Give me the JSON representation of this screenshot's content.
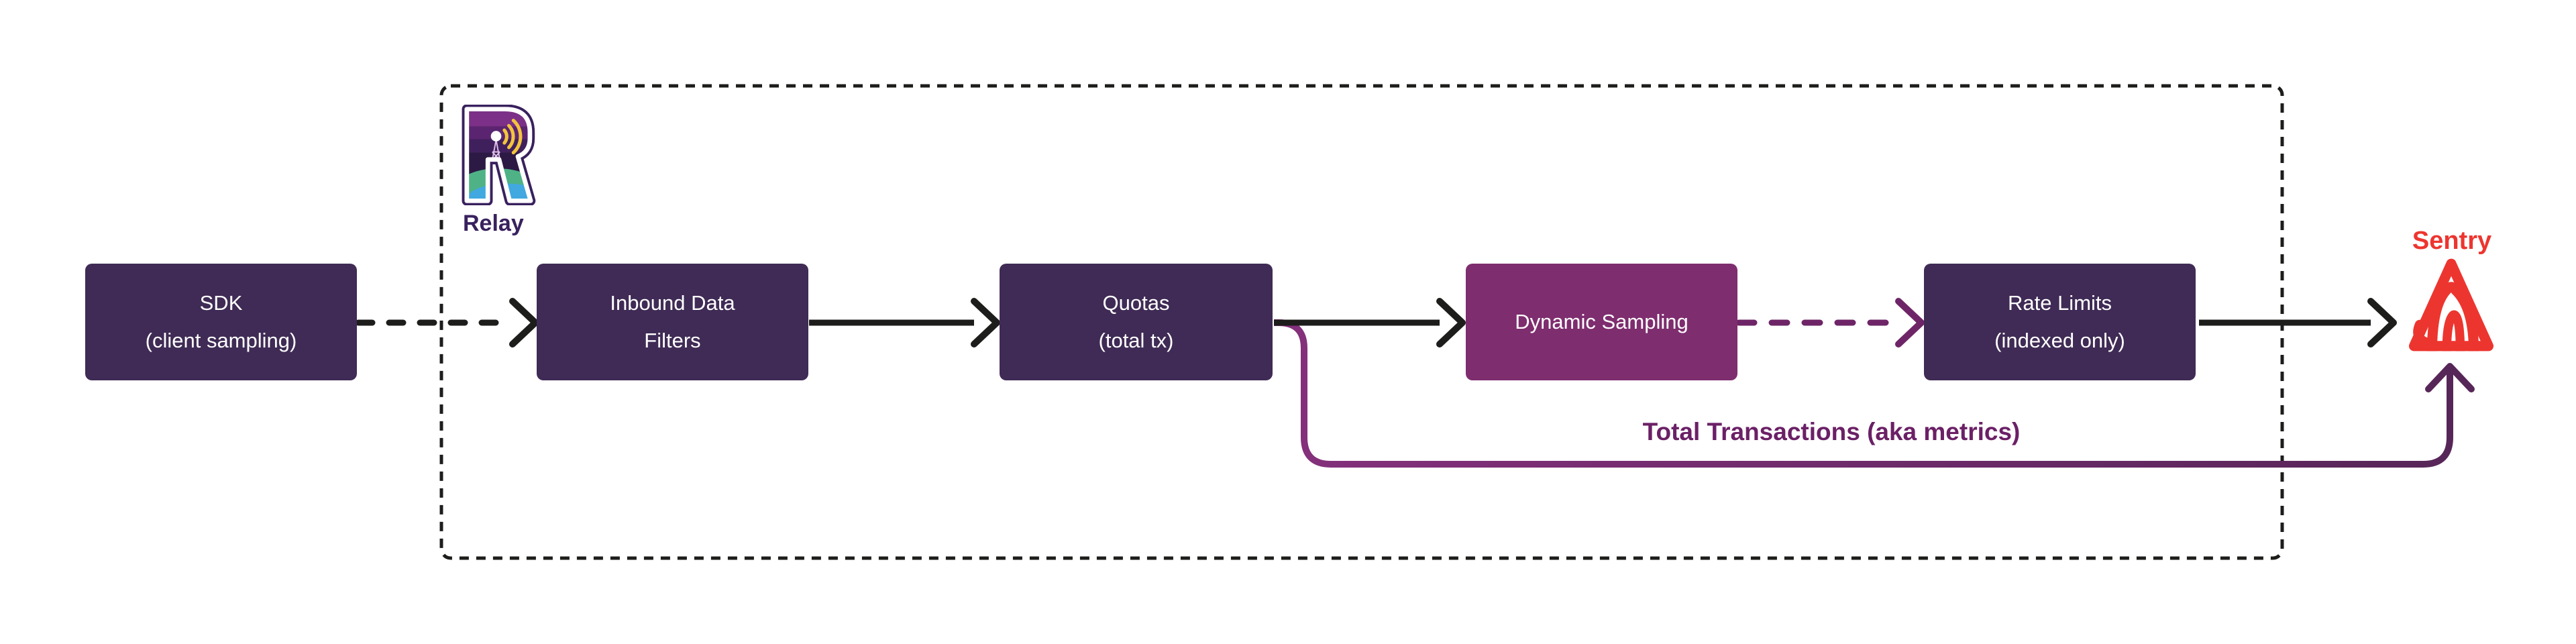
{
  "colors": {
    "box_dark": "#3F2B55",
    "box_accent": "#7E2D6F",
    "wire_black": "#1D1D1B",
    "wire_purple_dashed": "#6E2567",
    "connector_start": "#85307C",
    "connector_end": "#572658",
    "label_purple": "#6B2066",
    "sentry_red": "#ED352F",
    "relay_purple": "#39215E",
    "node_text": "#FFFFFF",
    "canvas_bg": "#FFFFFF"
  },
  "nodes": {
    "sdk": {
      "line1": "SDK",
      "line2": "(client sampling)"
    },
    "inbound_filters": {
      "line1": "Inbound Data",
      "line2": "Filters"
    },
    "quotas": {
      "line1": "Quotas",
      "line2": "(total tx)"
    },
    "dynamic_sampling": {
      "line1": "Dynamic Sampling",
      "line2": ""
    },
    "rate_limits": {
      "line1": "Rate Limits",
      "line2": "(indexed only)"
    }
  },
  "labels": {
    "relay": "Relay",
    "sentry": "Sentry",
    "total_transactions": "Total Transactions (aka metrics)"
  },
  "edges": [
    {
      "from": "sdk",
      "to": "inbound_filters",
      "style": "dashed-black"
    },
    {
      "from": "inbound_filters",
      "to": "quotas",
      "style": "solid-black"
    },
    {
      "from": "quotas",
      "to": "dynamic_sampling",
      "style": "solid-black"
    },
    {
      "from": "dynamic_sampling",
      "to": "rate_limits",
      "style": "dashed-purple"
    },
    {
      "from": "rate_limits",
      "to": "sentry",
      "style": "solid-black"
    },
    {
      "from": "quotas",
      "to": "sentry",
      "style": "solid-purple",
      "label": "Total Transactions (aka metrics)"
    }
  ]
}
